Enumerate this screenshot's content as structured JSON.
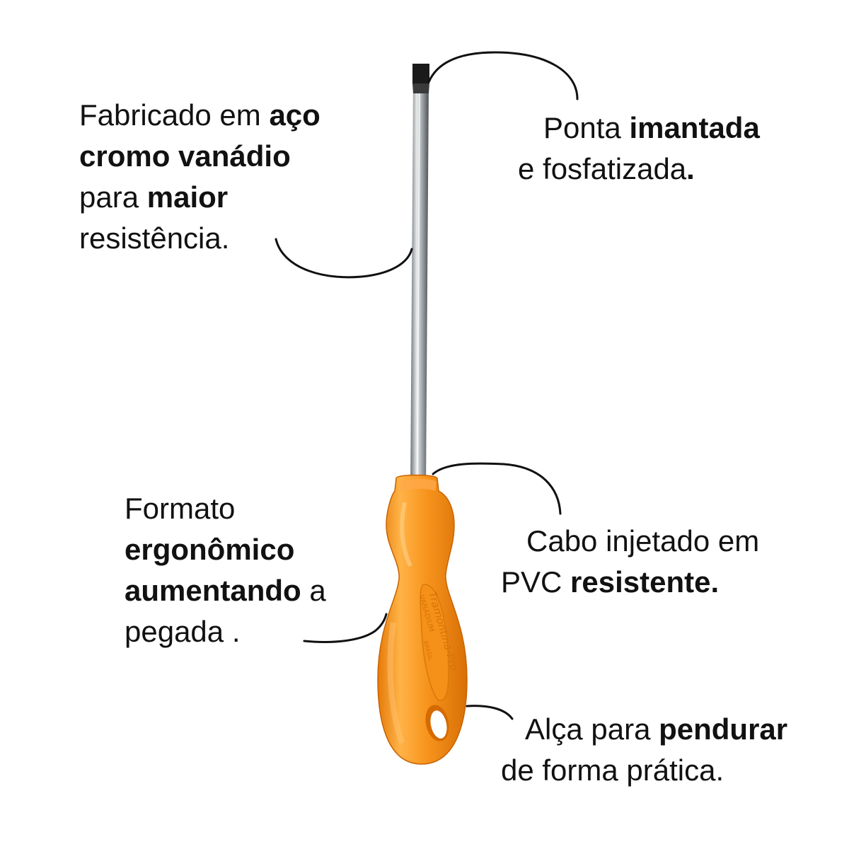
{
  "callouts": {
    "steel": {
      "l1_a": "Fabricado em ",
      "l1_b": "aço",
      "l2_b": "cromo vanádio",
      "l3_a": "para ",
      "l3_b": "maior",
      "l4_a": "resistência."
    },
    "tip": {
      "l1_a": "Ponta ",
      "l1_b": "imantada",
      "l2_a": "e fosfatizada",
      "l2_b": "."
    },
    "ergonomic": {
      "l1_a": "Formato",
      "l2_b": "ergonômico",
      "l3_b": "aumentando",
      "l3_a": " a",
      "l4_a": "pegada ."
    },
    "handle": {
      "l1_a": "Cabo injetado em",
      "l2_a": "PVC ",
      "l2_b": "resistente."
    },
    "hang": {
      "l1_a": "Alça para ",
      "l1_b": "pendurar",
      "l2_a": "de forma prática."
    }
  },
  "product": {
    "handle_engraving_line1": "Tramontina-Pro",
    "handle_engraving_line2": "VANADIUM",
    "handle_engraving_line3": "BRASIL"
  },
  "colors": {
    "handle_orange": "#F7941D",
    "handle_light": "#FFB347",
    "shaft_steel": "#C9CDD0",
    "tip_dark": "#1A1A1A",
    "text": "#111111"
  }
}
